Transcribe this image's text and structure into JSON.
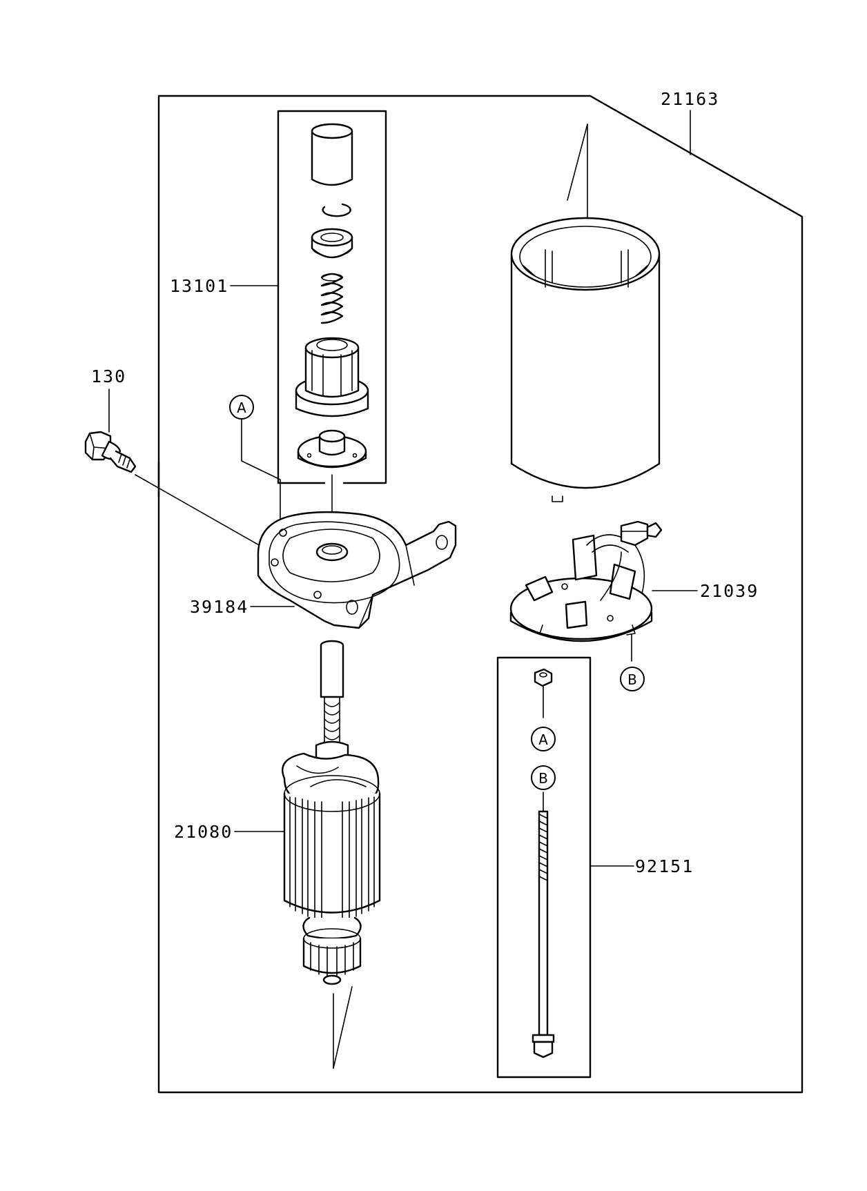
{
  "part_numbers": {
    "p21163": "21163",
    "p13101": "13101",
    "p130": "130",
    "p39184": "39184",
    "p21039": "21039",
    "p21080": "21080",
    "p92151": "92151"
  },
  "reference_markers": {
    "a_top": "A",
    "b_brush": "B",
    "a_nut": "A",
    "b_bolt": "B"
  }
}
